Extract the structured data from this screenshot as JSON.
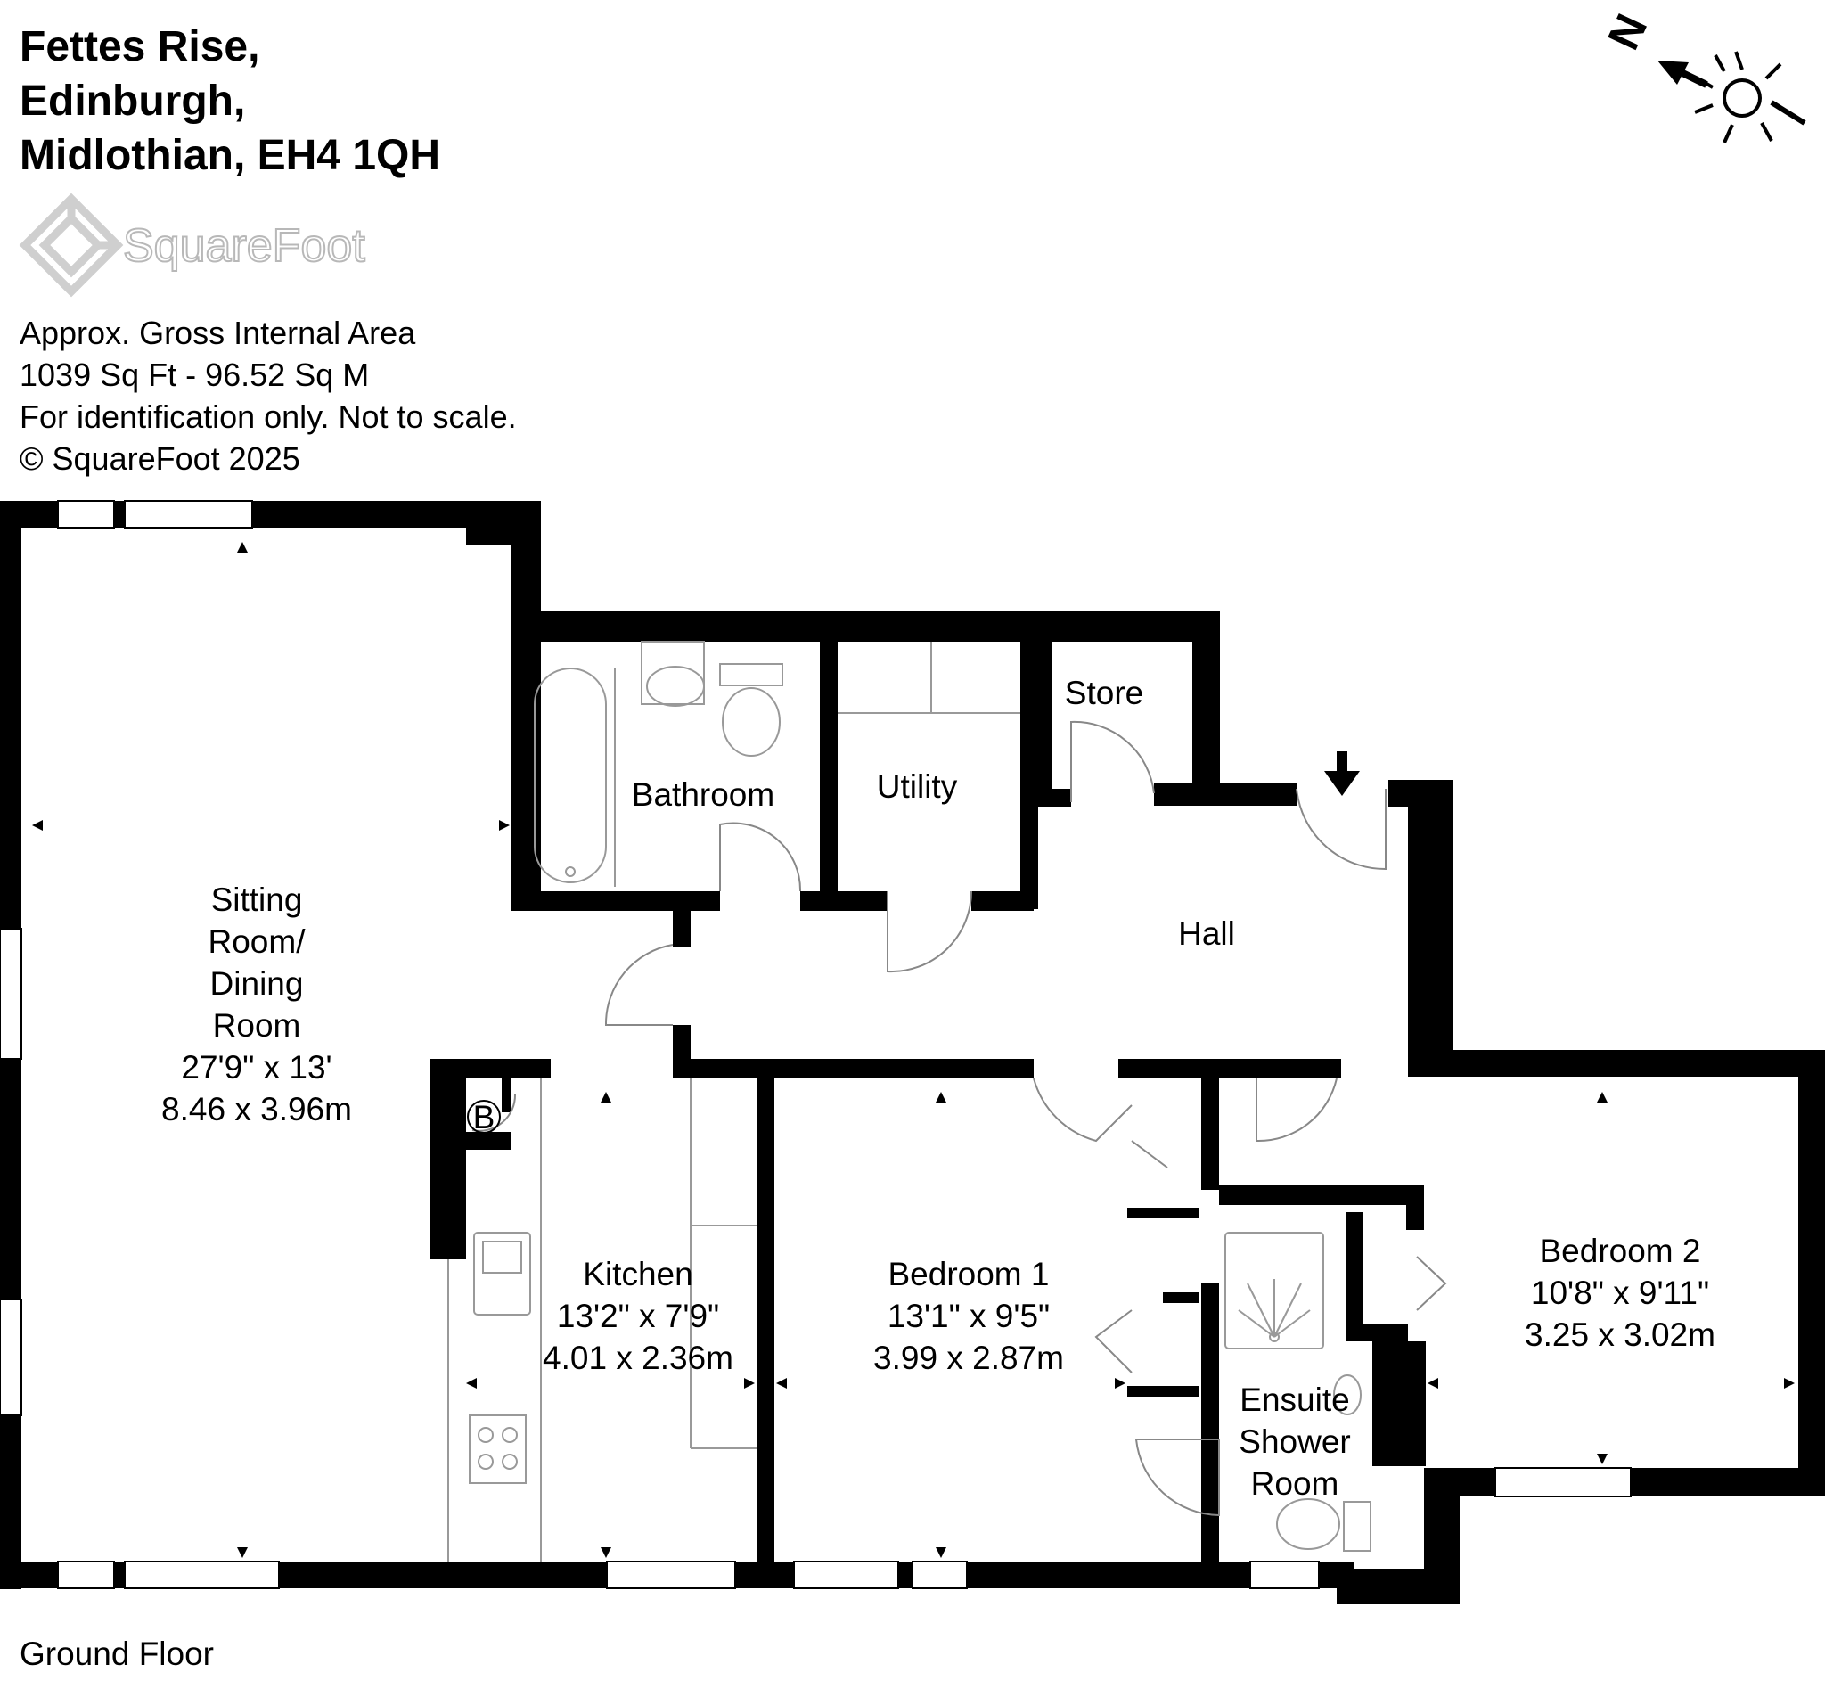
{
  "address": {
    "line1": "Fettes Rise,",
    "line2": "Edinburgh,",
    "line3": "Midlothian, EH4 1QH"
  },
  "logo": {
    "text": "SquareFoot",
    "icon": "squarefoot-diamond-logo"
  },
  "area_info": {
    "line1": "Approx. Gross Internal Area",
    "line2": "1039 Sq Ft  -  96.52 Sq M",
    "line3": "For identification only. Not to scale.",
    "line4": "© SquareFoot 2025"
  },
  "compass": {
    "north_label": "N",
    "icon": "sun-compass-icon"
  },
  "floor_label": "Ground Floor",
  "rooms": {
    "sitting": {
      "name1": "Sitting",
      "name2": "Room/",
      "name3": "Dining",
      "name4": "Room",
      "size_imperial": "27'9\" x 13'",
      "size_metric": "8.46 x 3.96m"
    },
    "bathroom": {
      "name": "Bathroom"
    },
    "utility": {
      "name": "Utility"
    },
    "store": {
      "name": "Store"
    },
    "hall": {
      "name": "Hall"
    },
    "kitchen": {
      "name": "Kitchen",
      "size_imperial": "13'2\" x 7'9\"",
      "size_metric": "4.01 x 2.36m"
    },
    "bedroom1": {
      "name": "Bedroom 1",
      "size_imperial": "13'1\" x 9'5\"",
      "size_metric": "3.99 x 2.87m"
    },
    "bedroom2": {
      "name": "Bedroom 2",
      "size_imperial": "10'8\" x 9'11\"",
      "size_metric": "3.25 x 3.02m"
    },
    "ensuite": {
      "name1": "Ensuite",
      "name2": "Shower",
      "name3": "Room"
    },
    "boiler": {
      "label": "B"
    }
  }
}
